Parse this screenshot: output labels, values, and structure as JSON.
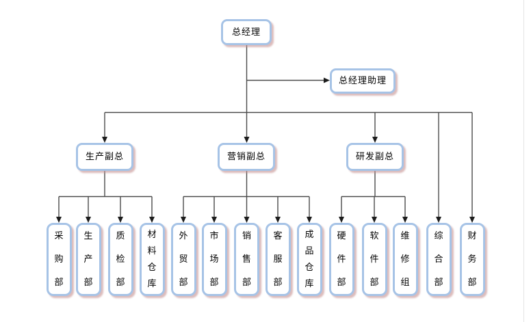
{
  "styles": {
    "box_border_color": "#a6c3e6",
    "box_fill_color": "#ffffff",
    "box_shadow_color": "#c69393",
    "connector_color": "#4a4a4a",
    "text_color": "#000000"
  },
  "chart": {
    "ceo": {
      "label": "总经理"
    },
    "assistant": {
      "label": "总经理助理"
    },
    "vps": [
      {
        "label": "生产副总"
      },
      {
        "label": "营销副总"
      },
      {
        "label": "研发副总"
      }
    ],
    "departments": [
      {
        "label": "采购部",
        "parent": "生产副总"
      },
      {
        "label": "生产部",
        "parent": "生产副总"
      },
      {
        "label": "质检部",
        "parent": "生产副总"
      },
      {
        "label": "材料仓库",
        "parent": "生产副总"
      },
      {
        "label": "外贸部",
        "parent": "营销副总"
      },
      {
        "label": "市场部",
        "parent": "营销副总"
      },
      {
        "label": "销售部",
        "parent": "营销副总"
      },
      {
        "label": "客服部",
        "parent": "营销副总"
      },
      {
        "label": "成品仓库",
        "parent": "营销副总"
      },
      {
        "label": "硬件部",
        "parent": "研发副总"
      },
      {
        "label": "软件部",
        "parent": "研发副总"
      },
      {
        "label": "维修组",
        "parent": "研发副总"
      },
      {
        "label": "综合部",
        "parent": "总经理"
      },
      {
        "label": "财务部",
        "parent": "总经理"
      }
    ]
  }
}
